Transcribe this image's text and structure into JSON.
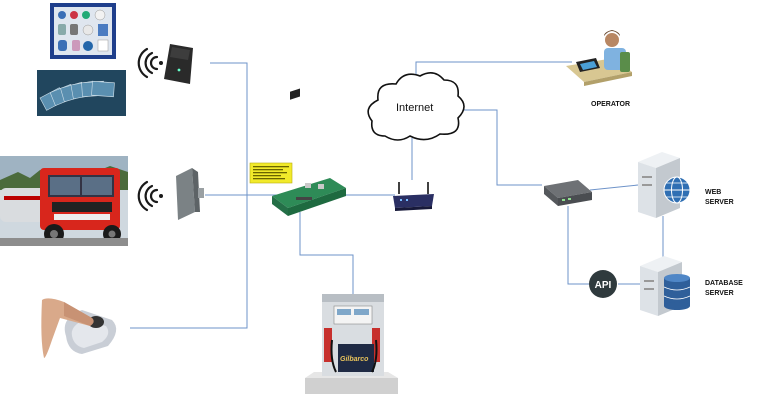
{
  "labels": {
    "internet": "Internet",
    "operator": "OPERATOR",
    "web_server_line1": "WEB",
    "web_server_line2": "SERVER",
    "database_server_line1": "DATABASE",
    "database_server_line2": "SERVER",
    "api": "API",
    "pump_brand": "Gilbarco"
  },
  "colors": {
    "connector": "#6e93c9",
    "api_badge": "#2f3a3d",
    "truck_cab": "#d8261c",
    "tag_board": "#1f3f8c",
    "controller_pcb": "#2e8b57",
    "lcd": "#f2ea2a"
  },
  "icons": [
    "rfid-tags-icon",
    "rfid-cards-icon",
    "wifi-signal-icon",
    "rfid-reader-icon",
    "fuel-truck-icon",
    "antenna-reader-icon",
    "fingerprint-scanner-icon",
    "controller-board-icon",
    "router-icon",
    "fuel-dispenser-icon",
    "internet-cloud-icon",
    "operator-desk-icon",
    "network-switch-icon",
    "web-server-icon",
    "database-server-icon",
    "api-badge"
  ]
}
